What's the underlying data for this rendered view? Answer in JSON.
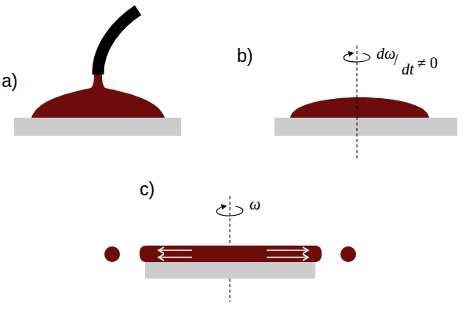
{
  "diagram": {
    "labels": [
      "a)",
      "b)",
      "c)",
      "dω",
      "/",
      "dt",
      "≠ 0",
      "ω"
    ]
  }
}
